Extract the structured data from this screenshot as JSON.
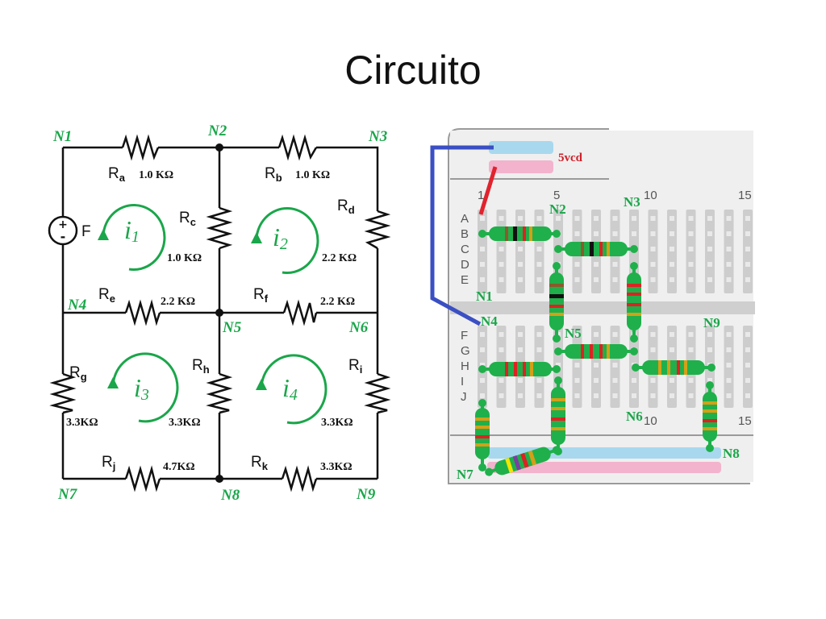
{
  "title": "Circuito",
  "schematic": {
    "nodes": [
      {
        "id": "n1",
        "label": "N1"
      },
      {
        "id": "n2",
        "label": "N2"
      },
      {
        "id": "n3",
        "label": "N3"
      },
      {
        "id": "n4",
        "label": "N4"
      },
      {
        "id": "n5",
        "label": "N5"
      },
      {
        "id": "n6",
        "label": "N6"
      },
      {
        "id": "n7",
        "label": "N7"
      },
      {
        "id": "n8",
        "label": "N8"
      },
      {
        "id": "n9",
        "label": "N9"
      }
    ],
    "resistors": [
      {
        "id": "ra",
        "name": "R",
        "sub": "a",
        "value": "1.0 KΩ"
      },
      {
        "id": "rb",
        "name": "R",
        "sub": "b",
        "value": "1.0 KΩ"
      },
      {
        "id": "rc",
        "name": "R",
        "sub": "c",
        "value": "1.0 KΩ"
      },
      {
        "id": "rd",
        "name": "R",
        "sub": "d",
        "value": "2.2 KΩ"
      },
      {
        "id": "re",
        "name": "R",
        "sub": "e",
        "value": "2.2 KΩ"
      },
      {
        "id": "rf",
        "name": "R",
        "sub": "f",
        "value": "2.2 KΩ"
      },
      {
        "id": "rg",
        "name": "R",
        "sub": "g",
        "value": "3.3KΩ"
      },
      {
        "id": "rh",
        "name": "R",
        "sub": "h",
        "value": "3.3KΩ"
      },
      {
        "id": "ri",
        "name": "R",
        "sub": "i",
        "value": "3.3KΩ"
      },
      {
        "id": "rj",
        "name": "R",
        "sub": "j",
        "value": "4.7KΩ"
      },
      {
        "id": "rk",
        "name": "R",
        "sub": "k",
        "value": "3.3KΩ"
      }
    ],
    "source": {
      "label": "F"
    },
    "loops": [
      {
        "id": "i1",
        "name": "i",
        "sub": "1"
      },
      {
        "id": "i2",
        "name": "i",
        "sub": "2"
      },
      {
        "id": "i3",
        "name": "i",
        "sub": "3"
      },
      {
        "id": "i4",
        "name": "i",
        "sub": "4"
      }
    ],
    "colors": {
      "node_label": "#1aa64a",
      "loop": "#1aa64a",
      "wire": "#111111"
    }
  },
  "breadboard": {
    "supply_label": "5vcd",
    "column_numbers": [
      "1",
      "5",
      "10",
      "15"
    ],
    "bottom_column_numbers": [
      "10",
      "15"
    ],
    "rows_top": [
      "A",
      "B",
      "C",
      "D",
      "E"
    ],
    "rows_bottom": [
      "F",
      "G",
      "H",
      "I",
      "J"
    ],
    "node_labels": [
      {
        "id": "b-n1",
        "label": "N1"
      },
      {
        "id": "b-n2",
        "label": "N2"
      },
      {
        "id": "b-n3",
        "label": "N3"
      },
      {
        "id": "b-n4",
        "label": "N4"
      },
      {
        "id": "b-n5",
        "label": "N5"
      },
      {
        "id": "b-n6",
        "label": "N6"
      },
      {
        "id": "b-n7",
        "label": "N7"
      },
      {
        "id": "b-n8",
        "label": "N8"
      },
      {
        "id": "b-n9",
        "label": "N9"
      }
    ],
    "colors": {
      "board": "#dcdcdc",
      "hole": "#bfbfbf",
      "rail_blue": "#a8d8ee",
      "rail_pink": "#f3b3cc",
      "resistor": "#1fb04b",
      "wire_blue": "#3b4fc4",
      "wire_red": "#e0232e",
      "supply_text": "#d0202a"
    }
  }
}
